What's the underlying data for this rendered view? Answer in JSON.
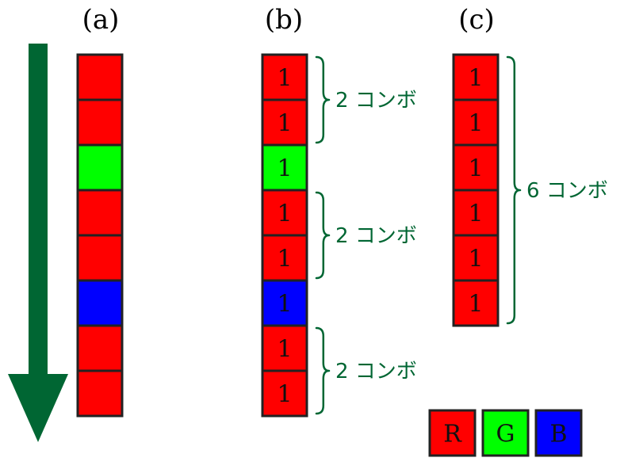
{
  "panels": {
    "a": {
      "label": "(a)",
      "cells": [
        {
          "color": "R",
          "text": ""
        },
        {
          "color": "R",
          "text": ""
        },
        {
          "color": "G",
          "text": ""
        },
        {
          "color": "R",
          "text": ""
        },
        {
          "color": "R",
          "text": ""
        },
        {
          "color": "B",
          "text": ""
        },
        {
          "color": "R",
          "text": ""
        },
        {
          "color": "R",
          "text": ""
        }
      ]
    },
    "b": {
      "label": "(b)",
      "cells": [
        {
          "color": "R",
          "text": "1"
        },
        {
          "color": "R",
          "text": "1"
        },
        {
          "color": "G",
          "text": "1"
        },
        {
          "color": "R",
          "text": "1"
        },
        {
          "color": "R",
          "text": "1"
        },
        {
          "color": "B",
          "text": "1"
        },
        {
          "color": "R",
          "text": "1"
        },
        {
          "color": "R",
          "text": "1"
        }
      ],
      "combos": [
        {
          "label": "2 コンボ",
          "from": 0,
          "to": 1
        },
        {
          "label": "2 コンボ",
          "from": 3,
          "to": 4
        },
        {
          "label": "2 コンボ",
          "from": 6,
          "to": 7
        }
      ]
    },
    "c": {
      "label": "(c)",
      "cells": [
        {
          "color": "R",
          "text": "1"
        },
        {
          "color": "R",
          "text": "1"
        },
        {
          "color": "R",
          "text": "1"
        },
        {
          "color": "R",
          "text": "1"
        },
        {
          "color": "R",
          "text": "1"
        },
        {
          "color": "R",
          "text": "1"
        }
      ],
      "combos": [
        {
          "label": "6 コンボ",
          "from": 0,
          "to": 5
        }
      ]
    }
  },
  "legend": [
    {
      "color": "R",
      "label": "R"
    },
    {
      "color": "G",
      "label": "G"
    },
    {
      "color": "B",
      "label": "B"
    }
  ],
  "colors": {
    "R": "#ff0000",
    "G": "#00ff00",
    "B": "#0000ff",
    "cell_border": "#222222",
    "arrow": "#006633",
    "combo": "#006633"
  },
  "icons": {
    "arrow": "down-arrow-icon",
    "brace": "right-brace-icon"
  }
}
